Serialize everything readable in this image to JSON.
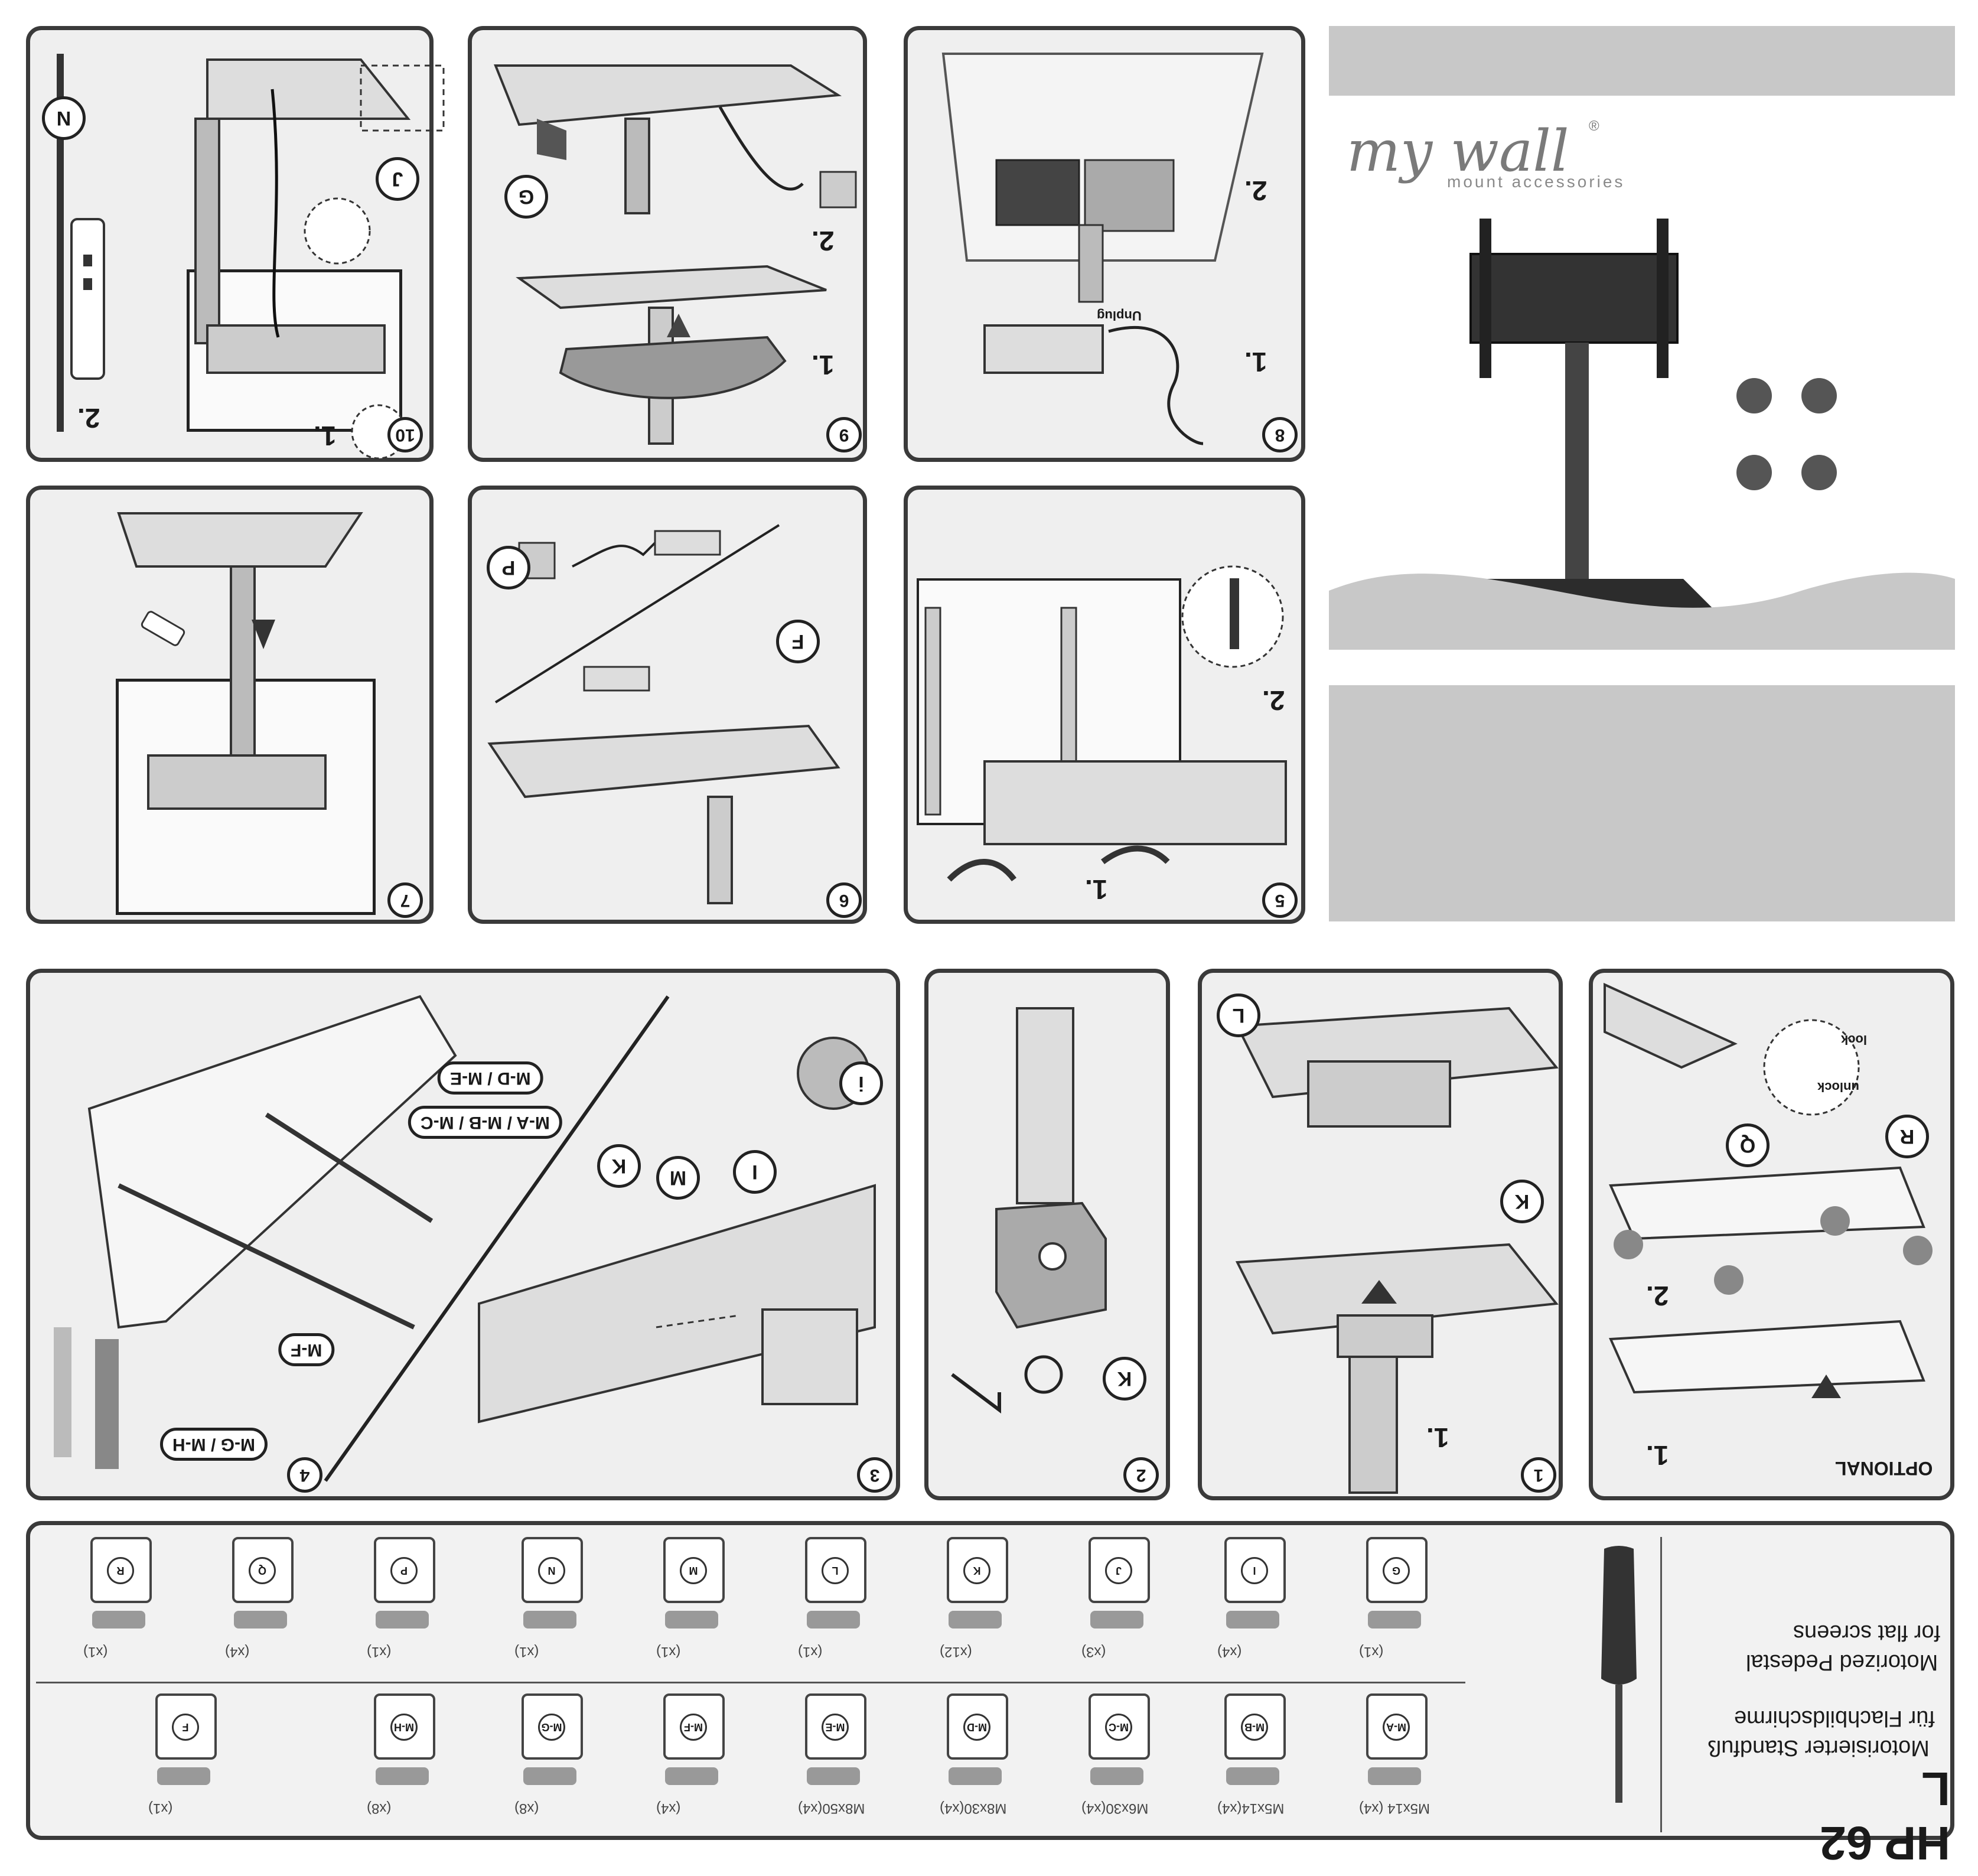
{
  "brand": {
    "logo_text": "my wall",
    "registered": "®",
    "tagline": "mount accessories"
  },
  "product": {
    "model": "HP 62 L",
    "title_de_1": "Motorisierter Standfuß",
    "title_de_2": "für Flachbildschirme",
    "title_en_1": "Motorized Pedestal",
    "title_en_2": "for flat screens"
  },
  "steps": {
    "s10": "10",
    "s9": "9",
    "s8": "8",
    "s7": "7",
    "s6": "6",
    "s5": "5",
    "s4": "4",
    "s3": "3",
    "s2": "2",
    "s1": "1",
    "optional": "OPTIONAL"
  },
  "substeps": {
    "one": "1.",
    "two": "2."
  },
  "callouts": {
    "N": "N",
    "J": "J",
    "G": "G",
    "F": "F",
    "P": "P",
    "K": "K",
    "L": "L",
    "Q": "Q",
    "R": "R",
    "I": "I",
    "M": "M",
    "info": "i"
  },
  "labels": {
    "unplug": "Unplug",
    "lock": "lock",
    "unlock": "unlock",
    "mf": "M-F",
    "mg_mh": "M-G / M-H",
    "md_me": "M-D / M-E",
    "ma_mb_mc": "M-A / M-B / M-C"
  },
  "parts_top": [
    {
      "letter": "R",
      "qty": "(x1)"
    },
    {
      "letter": "Q",
      "qty": "(x4)"
    },
    {
      "letter": "P",
      "qty": "(x1)"
    },
    {
      "letter": "N",
      "qty": "(x1)"
    },
    {
      "letter": "M",
      "qty": "(x1)"
    },
    {
      "letter": "L",
      "qty": "(x1)"
    },
    {
      "letter": "K",
      "qty": "(x12)"
    },
    {
      "letter": "J",
      "qty": "(x3)"
    },
    {
      "letter": "I",
      "qty": "(x4)"
    },
    {
      "letter": "G",
      "qty": "(x1)"
    }
  ],
  "parts_bottom": [
    {
      "letter": "F",
      "qty": "(x1)"
    },
    {
      "letter": "M-H",
      "qty": "(x8)"
    },
    {
      "letter": "M-G",
      "qty": "(x8)"
    },
    {
      "letter": "M-F",
      "qty": "(x4)"
    },
    {
      "letter": "M-E",
      "qty": "M8x50(x4)"
    },
    {
      "letter": "M-D",
      "qty": "M8x30(x4)"
    },
    {
      "letter": "M-C",
      "qty": "M6x30(x4)"
    },
    {
      "letter": "M-B",
      "qty": "M5x14(x4)"
    },
    {
      "letter": "M-A",
      "qty": "M5x14 (x4)"
    }
  ],
  "colors": {
    "panel_bg": "#efefef",
    "border": "#3a3a3a",
    "gray_band": "#c8c8c8"
  }
}
